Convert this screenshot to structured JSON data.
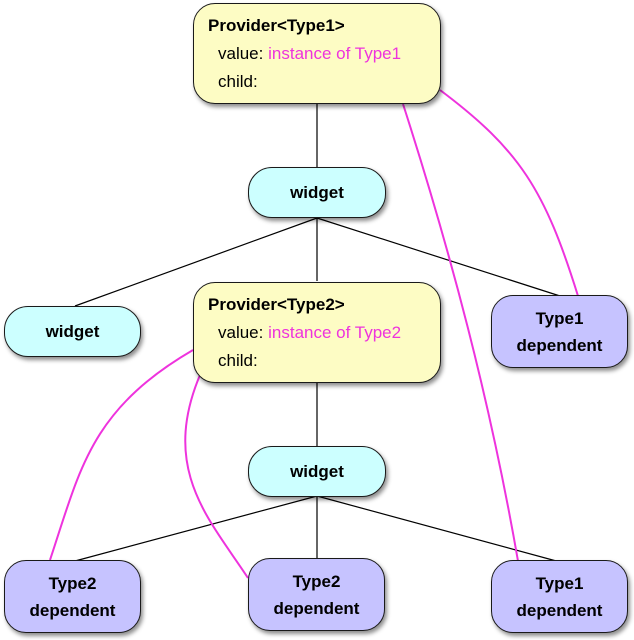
{
  "providers": [
    {
      "title": "Provider<Type1>",
      "value_label": "value:",
      "value": "instance of Type1",
      "child_label": "child:"
    },
    {
      "title": "Provider<Type2>",
      "value_label": "value:",
      "value": "instance of Type2",
      "child_label": "child:"
    }
  ],
  "widgets": [
    "widget",
    "widget",
    "widget"
  ],
  "dependents": [
    {
      "type": "Type1",
      "label": "dependent"
    },
    {
      "type": "Type2",
      "label": "dependent"
    },
    {
      "type": "Type2",
      "label": "dependent"
    },
    {
      "type": "Type1",
      "label": "dependent"
    }
  ],
  "colors": {
    "provider": "#fdfcc4",
    "widget": "#ccffff",
    "dependent": "#c6c3ff",
    "value_link": "#ee33dd"
  }
}
